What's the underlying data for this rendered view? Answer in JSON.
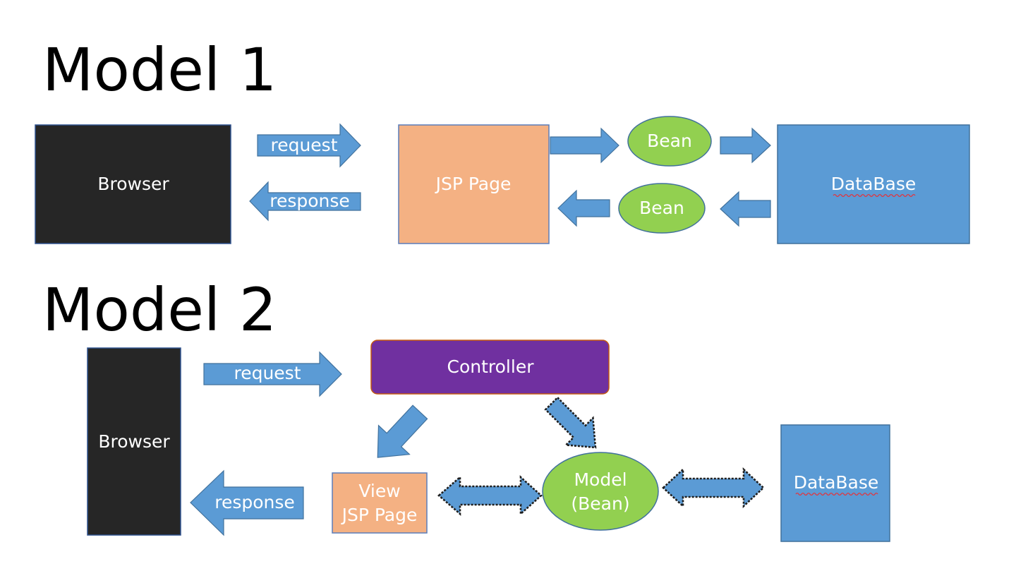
{
  "colors": {
    "browser": "#262626",
    "browser_border": "#2f528f",
    "jsp": "#f4b183",
    "jsp_border": "#5b7dba",
    "bean": "#92d050",
    "bean_border": "#41719c",
    "database": "#5b9bd5",
    "database_border": "#41719c",
    "controller": "#7030a0",
    "controller_border": "#c55a11",
    "arrow": "#5b9bd5",
    "arrow_border": "#41719c"
  },
  "model1": {
    "title": "Model 1",
    "browser": "Browser",
    "request": "request",
    "response": "response",
    "jsp_page": "JSP Page",
    "bean_top": "Bean",
    "bean_bottom": "Bean",
    "database": "DataBase"
  },
  "model2": {
    "title": "Model 2",
    "browser": "Browser",
    "request": "request",
    "response": "response",
    "controller": "Controller",
    "view_line1": "View",
    "view_line2": "JSP Page",
    "model_line1": "Model",
    "model_line2": "(Bean)",
    "database": "DataBase"
  }
}
